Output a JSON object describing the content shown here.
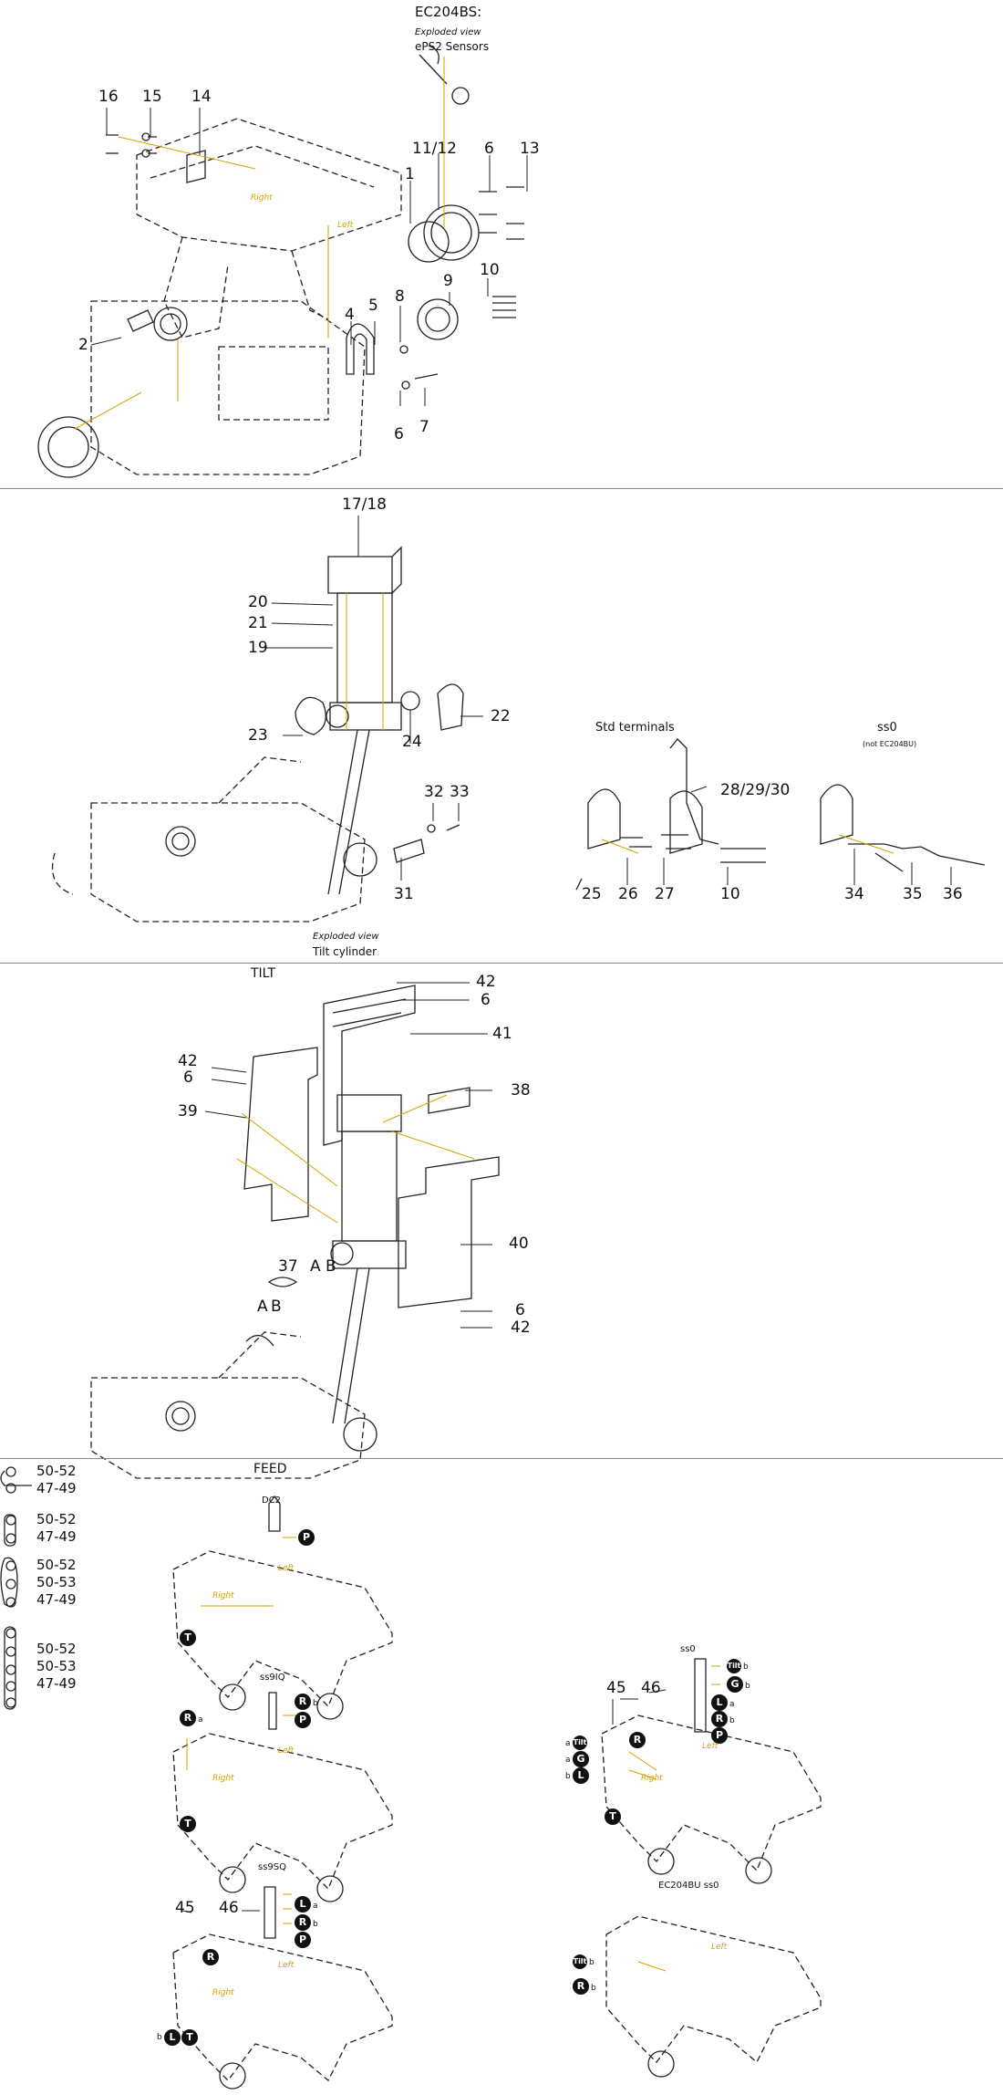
{
  "colors": {
    "yellow": "#d6a200",
    "line": "#222",
    "divider": "#888"
  },
  "s1": {
    "title": "EC204BS:",
    "exploded": "Exploded view",
    "sensors": "ePS2 Sensors",
    "p16": "16",
    "p15": "15",
    "p14": "14",
    "p1112": "11/12",
    "p6a": "6",
    "p13": "13",
    "p1": "1",
    "p2": "2",
    "p4": "4",
    "p5": "5",
    "p8": "8",
    "p9": "9",
    "p10": "10",
    "p6b": "6",
    "p7": "7",
    "right": "Right",
    "left": "Left"
  },
  "s2": {
    "p1718": "17/18",
    "p20": "20",
    "p21": "21",
    "p19": "19",
    "p22": "22",
    "p23": "23",
    "p24": "24",
    "p32": "32",
    "p33": "33",
    "p31": "31",
    "exploded": "Exploded view",
    "tiltcyl": "Tilt cylinder",
    "std": "Std terminals",
    "ss0": "ss0",
    "notbu": "(not EC204BU)",
    "p282930": "28/29/30",
    "p25": "25",
    "p26": "26",
    "p27": "27",
    "p10": "10",
    "p34": "34",
    "p35": "35",
    "p36": "36"
  },
  "s3": {
    "tilt": "TILT",
    "p42a": "42",
    "p6a": "6",
    "p41": "41",
    "p42b": "42",
    "p6b": "6",
    "p39": "39",
    "p38": "38",
    "p37": "37",
    "a1": "A",
    "b1": "B",
    "p40": "40",
    "a2": "A",
    "b2": "B",
    "p6c": "6",
    "p42c": "42"
  },
  "s4": {
    "feed": "FEED",
    "leg": {
      "a": "50-52",
      "b": "47-49",
      "c": "50-52",
      "d": "47-49",
      "e": "50-52",
      "f": "50-53",
      "g": "47-49",
      "h": "50-52",
      "i": "50-53",
      "j": "47-49"
    },
    "dc2": "DC2",
    "ss9iq": "ss9IQ",
    "ss9sq": "ss9SQ",
    "ss0": "ss0",
    "bu": "EC204BU ss0",
    "p45a": "45",
    "p46a": "46",
    "p45b": "45",
    "p46b": "46",
    "P": "P",
    "T": "T",
    "R": "R",
    "G": "G",
    "L": "L",
    "tilt": "Tilt",
    "a": "a",
    "b": "b",
    "right": "Right",
    "left": "Left"
  }
}
